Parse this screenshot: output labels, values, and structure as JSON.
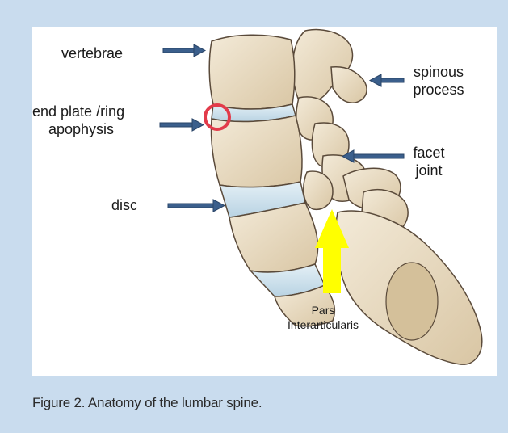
{
  "labels": {
    "vertebrae": "vertebrae",
    "end_plate_line1": "end plate /ring",
    "end_plate_line2": "apophysis",
    "disc": "disc",
    "spinous_line1": "spinous",
    "spinous_line2": "process",
    "facet_line1": "facet",
    "facet_line2": "joint",
    "pars_line1": "Pars",
    "pars_line2": "Interarticularis"
  },
  "caption": "Figure 2. Anatomy of the lumbar spine.",
  "colors": {
    "background": "#c9dcee",
    "panel": "#ffffff",
    "arrow": "#3b5f8c",
    "bone": "#e9dcc4",
    "bone_outline": "#5a4a3a",
    "disc": "#cfe3ef",
    "highlight_circle": "#e23b4a",
    "pars_arrow": "#ffff00"
  },
  "icons": [
    "arrow-right-icon",
    "arrow-left-icon",
    "arrow-up-icon",
    "circle-marker-icon"
  ]
}
